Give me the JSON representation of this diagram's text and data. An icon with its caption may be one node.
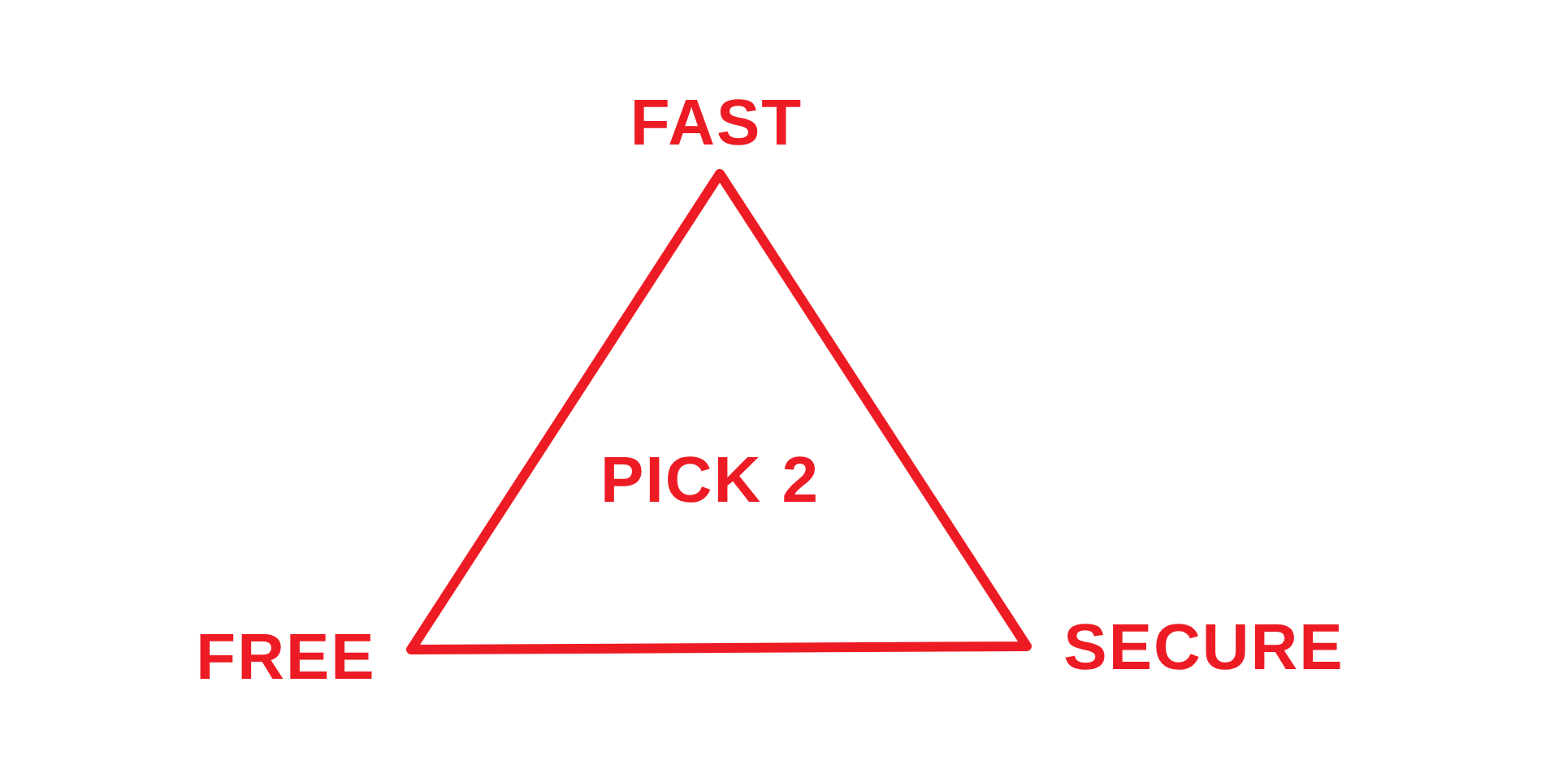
{
  "diagram": {
    "nodes": [
      {
        "text": [
          "PICK 2"
        ]
      }
    ],
    "labels": [
      "FAST",
      "FREE",
      "SECURE"
    ]
  }
}
